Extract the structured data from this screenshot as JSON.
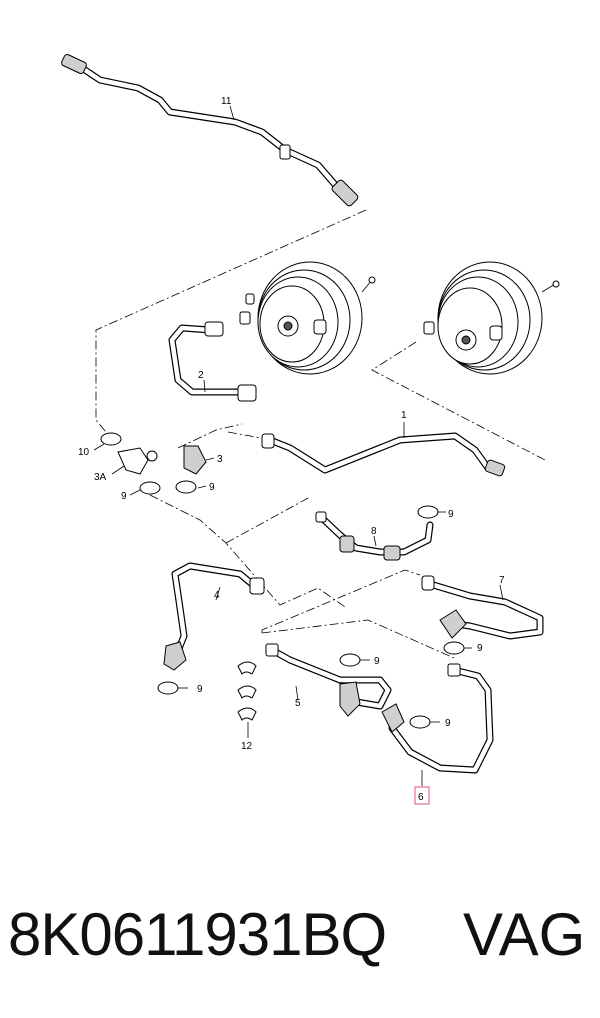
{
  "diagram": {
    "labels": {
      "p1": "1",
      "p2": "2",
      "p3": "3",
      "p3a": "3A",
      "p4": "4",
      "p5": "5",
      "p6": "6",
      "p7": "7",
      "p8": "8",
      "p9": "9",
      "p10": "10",
      "p11": "11",
      "p12": "12"
    },
    "highlight_color": "#e05577"
  },
  "footer": {
    "part_number": "8K0611931BQ",
    "brand": "VAG"
  }
}
